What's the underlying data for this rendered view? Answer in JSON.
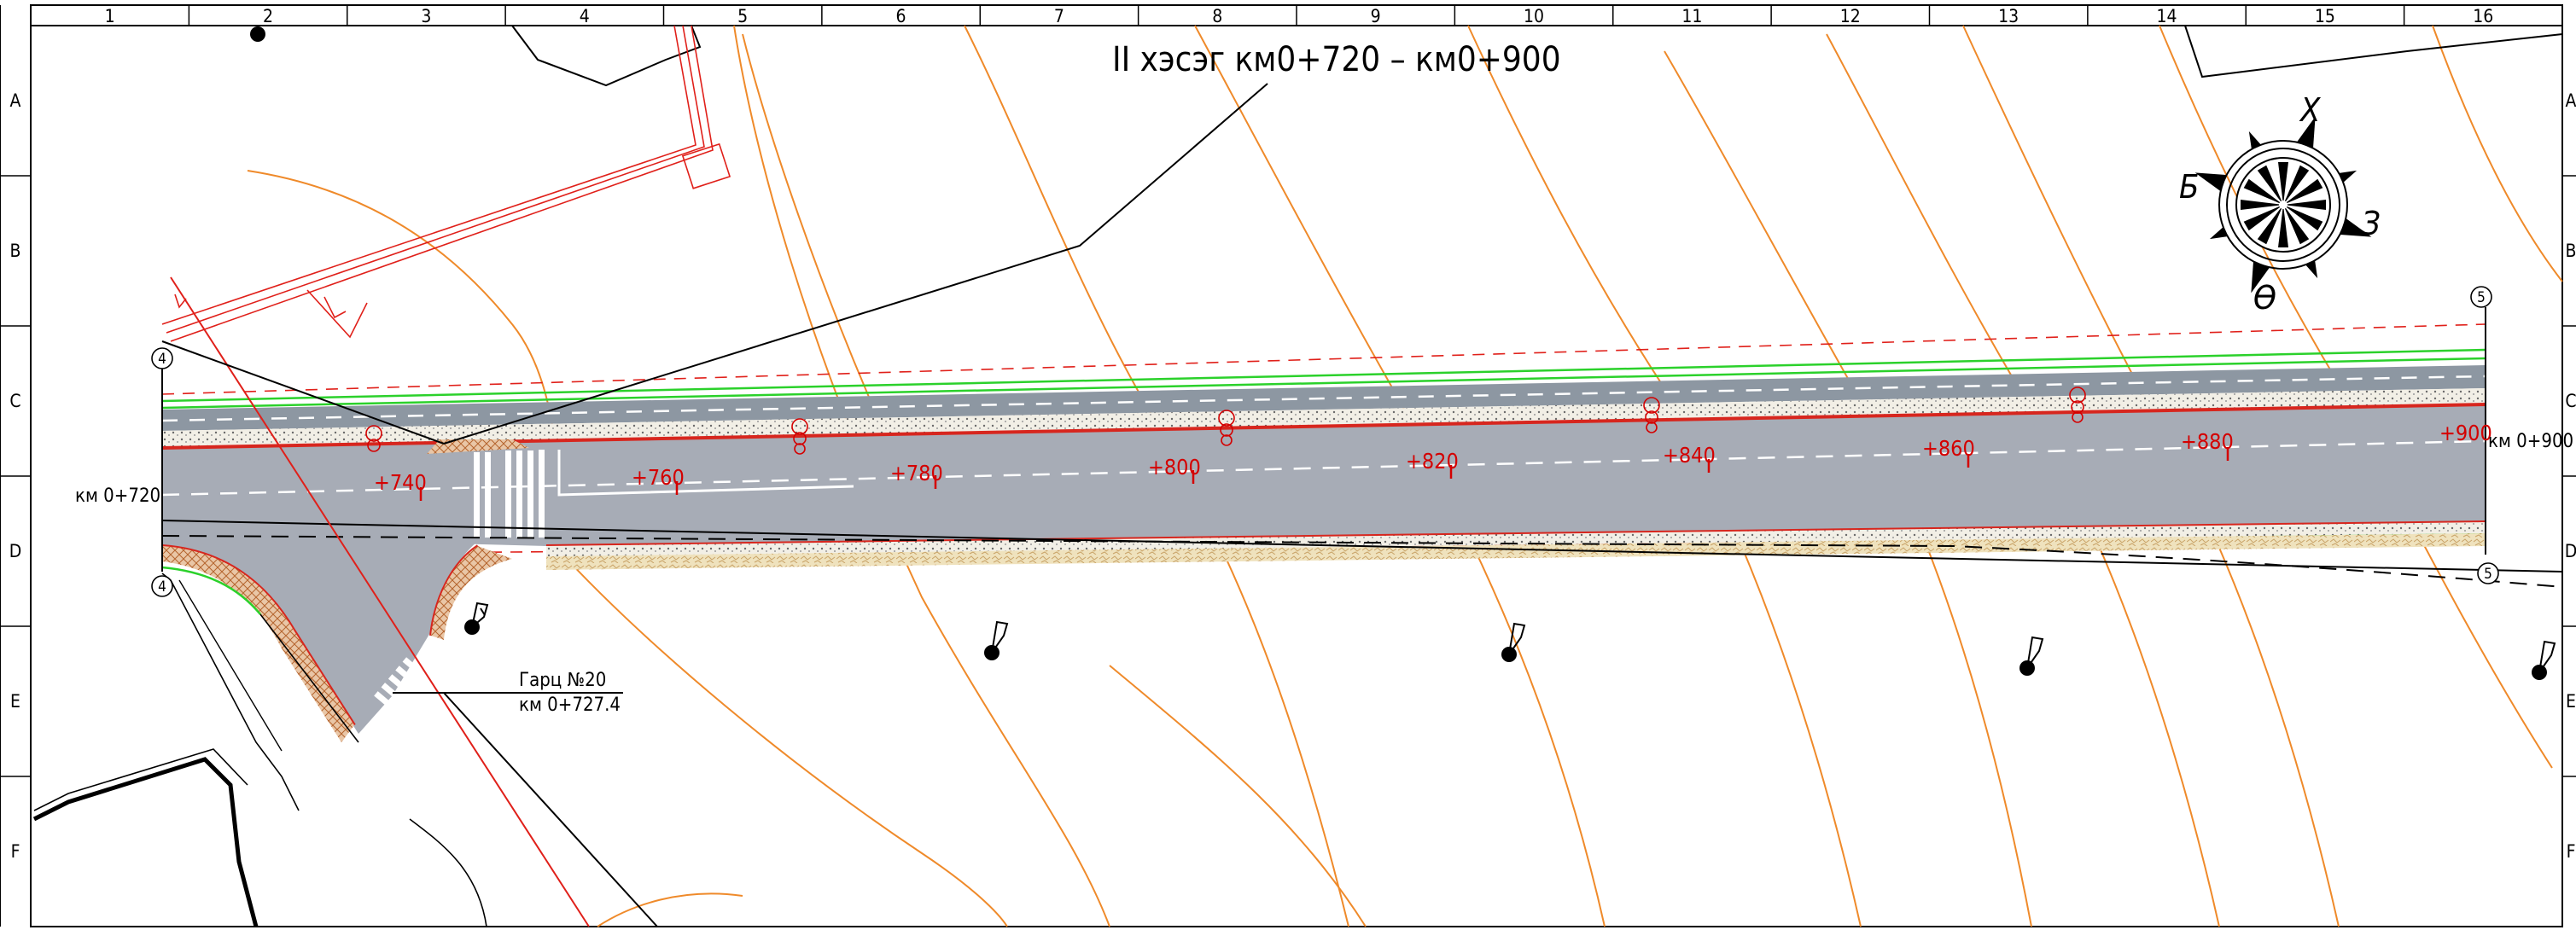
{
  "title": "II хэсэг  км0+720 – км0+900",
  "grid": {
    "columns": [
      "1",
      "2",
      "3",
      "4",
      "5",
      "6",
      "7",
      "8",
      "9",
      "10",
      "11",
      "12",
      "13",
      "14",
      "15",
      "16"
    ],
    "rows": [
      "A",
      "B",
      "C",
      "D",
      "E",
      "F"
    ]
  },
  "chainage": {
    "start_label": "км 0+720",
    "end_label": "км 0+900",
    "stations": [
      "+740",
      "+760",
      "+780",
      "+800",
      "+820",
      "+840",
      "+860",
      "+880",
      "+900"
    ]
  },
  "crossing": {
    "name": "Гарц №20",
    "station": "км 0+727.4"
  },
  "section_markers": {
    "start": "4",
    "end": "5"
  },
  "compass": {
    "north": "Х",
    "west": "Б",
    "east": "З",
    "south": "Ө"
  },
  "colors": {
    "asphalt": "#a7acb6",
    "road_edge": "#d7261e",
    "greenline": "#2bd12b",
    "contour": "#ef8a2a",
    "red_annotation": "#d40000",
    "gravel": "#e8d7a6"
  }
}
